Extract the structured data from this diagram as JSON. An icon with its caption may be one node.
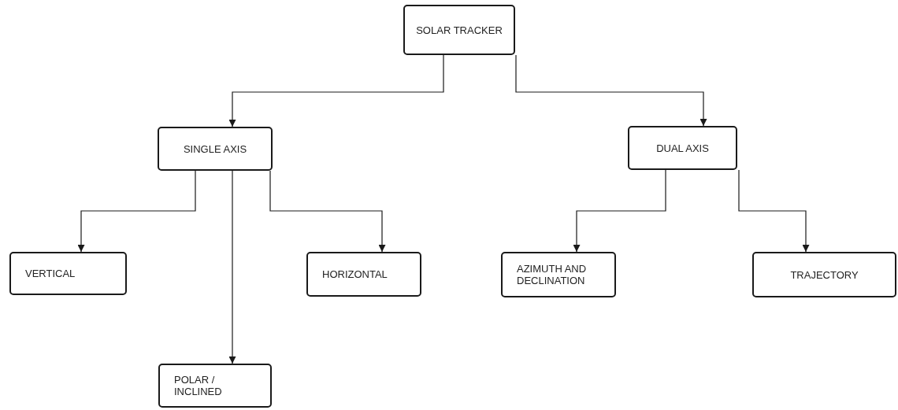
{
  "diagram": {
    "nodes": [
      {
        "text": [
          "SOLAR TRACKER"
        ]
      },
      {
        "text": [
          "SINGLE AXIS"
        ]
      },
      {
        "text": [
          "DUAL AXIS"
        ]
      },
      {
        "text": [
          "VERTICAL"
        ]
      },
      {
        "text": [
          "POLAR / INCLINED"
        ]
      },
      {
        "text": [
          "HORIZONTAL"
        ]
      },
      {
        "text": [
          "AZIMUTH AND DECLINATION"
        ]
      },
      {
        "text": [
          "TRAJECTORY"
        ]
      }
    ],
    "edges": [
      {
        "from": 0,
        "to": 1,
        "arrow": "to"
      },
      {
        "from": 0,
        "to": 2,
        "arrow": "to"
      },
      {
        "from": 1,
        "to": 3,
        "arrow": "to"
      },
      {
        "from": 1,
        "to": 4,
        "arrow": "to"
      },
      {
        "from": 1,
        "to": 5,
        "arrow": "to"
      },
      {
        "from": 2,
        "to": 6,
        "arrow": "to"
      },
      {
        "from": 2,
        "to": 7,
        "arrow": "to"
      }
    ]
  }
}
